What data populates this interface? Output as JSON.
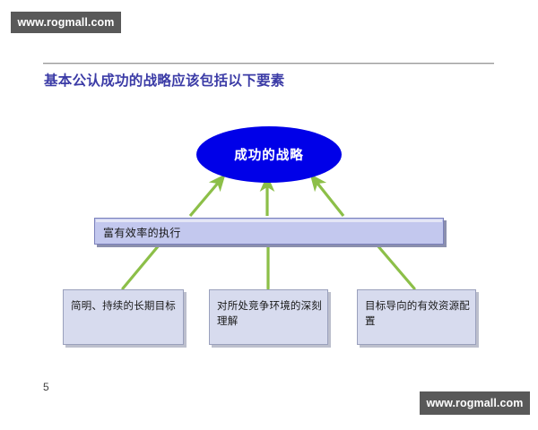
{
  "watermarks": {
    "top": "www.rogmall.com",
    "bottom": "www.rogmall.com"
  },
  "slide": {
    "title": "基本公认成功的战略应该包括以下要素",
    "page_number": "5",
    "title_color": "#3b3ba6",
    "rule_color": "#9a9a9a"
  },
  "diagram": {
    "type": "hierarchy",
    "root": {
      "label": "成功的战略",
      "shape": "ellipse",
      "fill": "#0000e8",
      "text_color": "#ffffff"
    },
    "bar": {
      "label": "富有效率的执行",
      "shape": "rectangle",
      "fill": "#c3c8ee",
      "border": "#7b81bb"
    },
    "leaves": [
      {
        "label": "简明、持续的长期目标",
        "fill": "#d7dbee",
        "border": "#9aa0bc"
      },
      {
        "label": "对所处竞争环境的深刻理解",
        "fill": "#d7dbee",
        "border": "#9aa0bc"
      },
      {
        "label": "目标导向的有效资源配置",
        "fill": "#d7dbee",
        "border": "#9aa0bc"
      }
    ],
    "connector_color": "#8cbf48",
    "connector_style": "arrow-up-to-root, plain-line-leaf-to-bar"
  }
}
